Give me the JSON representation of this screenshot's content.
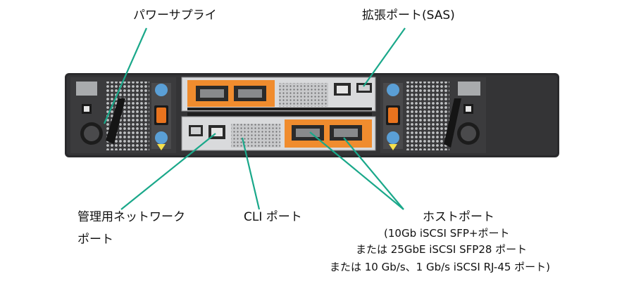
{
  "labels": {
    "power_supply": "パワーサプライ",
    "expansion_port": "拡張ポート(SAS)",
    "mgmt_port_line1": "管理用ネットワーク",
    "mgmt_port_line2": "ポート",
    "cli_port": "CLI ポート",
    "host_port": "ホストポート",
    "host_detail_1": "(10Gb iSCSI SFP+ポート",
    "host_detail_2": "または 25GbE iSCSI SFP28 ポート",
    "host_detail_3": "または 10 Gb/s、1 Gb/s iSCSI RJ-45 ポート)"
  },
  "colors": {
    "leader_line": "#1aa88a",
    "chassis": "#2a2a2c",
    "controller": "#d9dadc",
    "sfp_panel": "#f08c2e",
    "psu_handle": "#e8731e",
    "warning_tag": "#f6e04b",
    "info_dot": "#5a9fd6"
  }
}
